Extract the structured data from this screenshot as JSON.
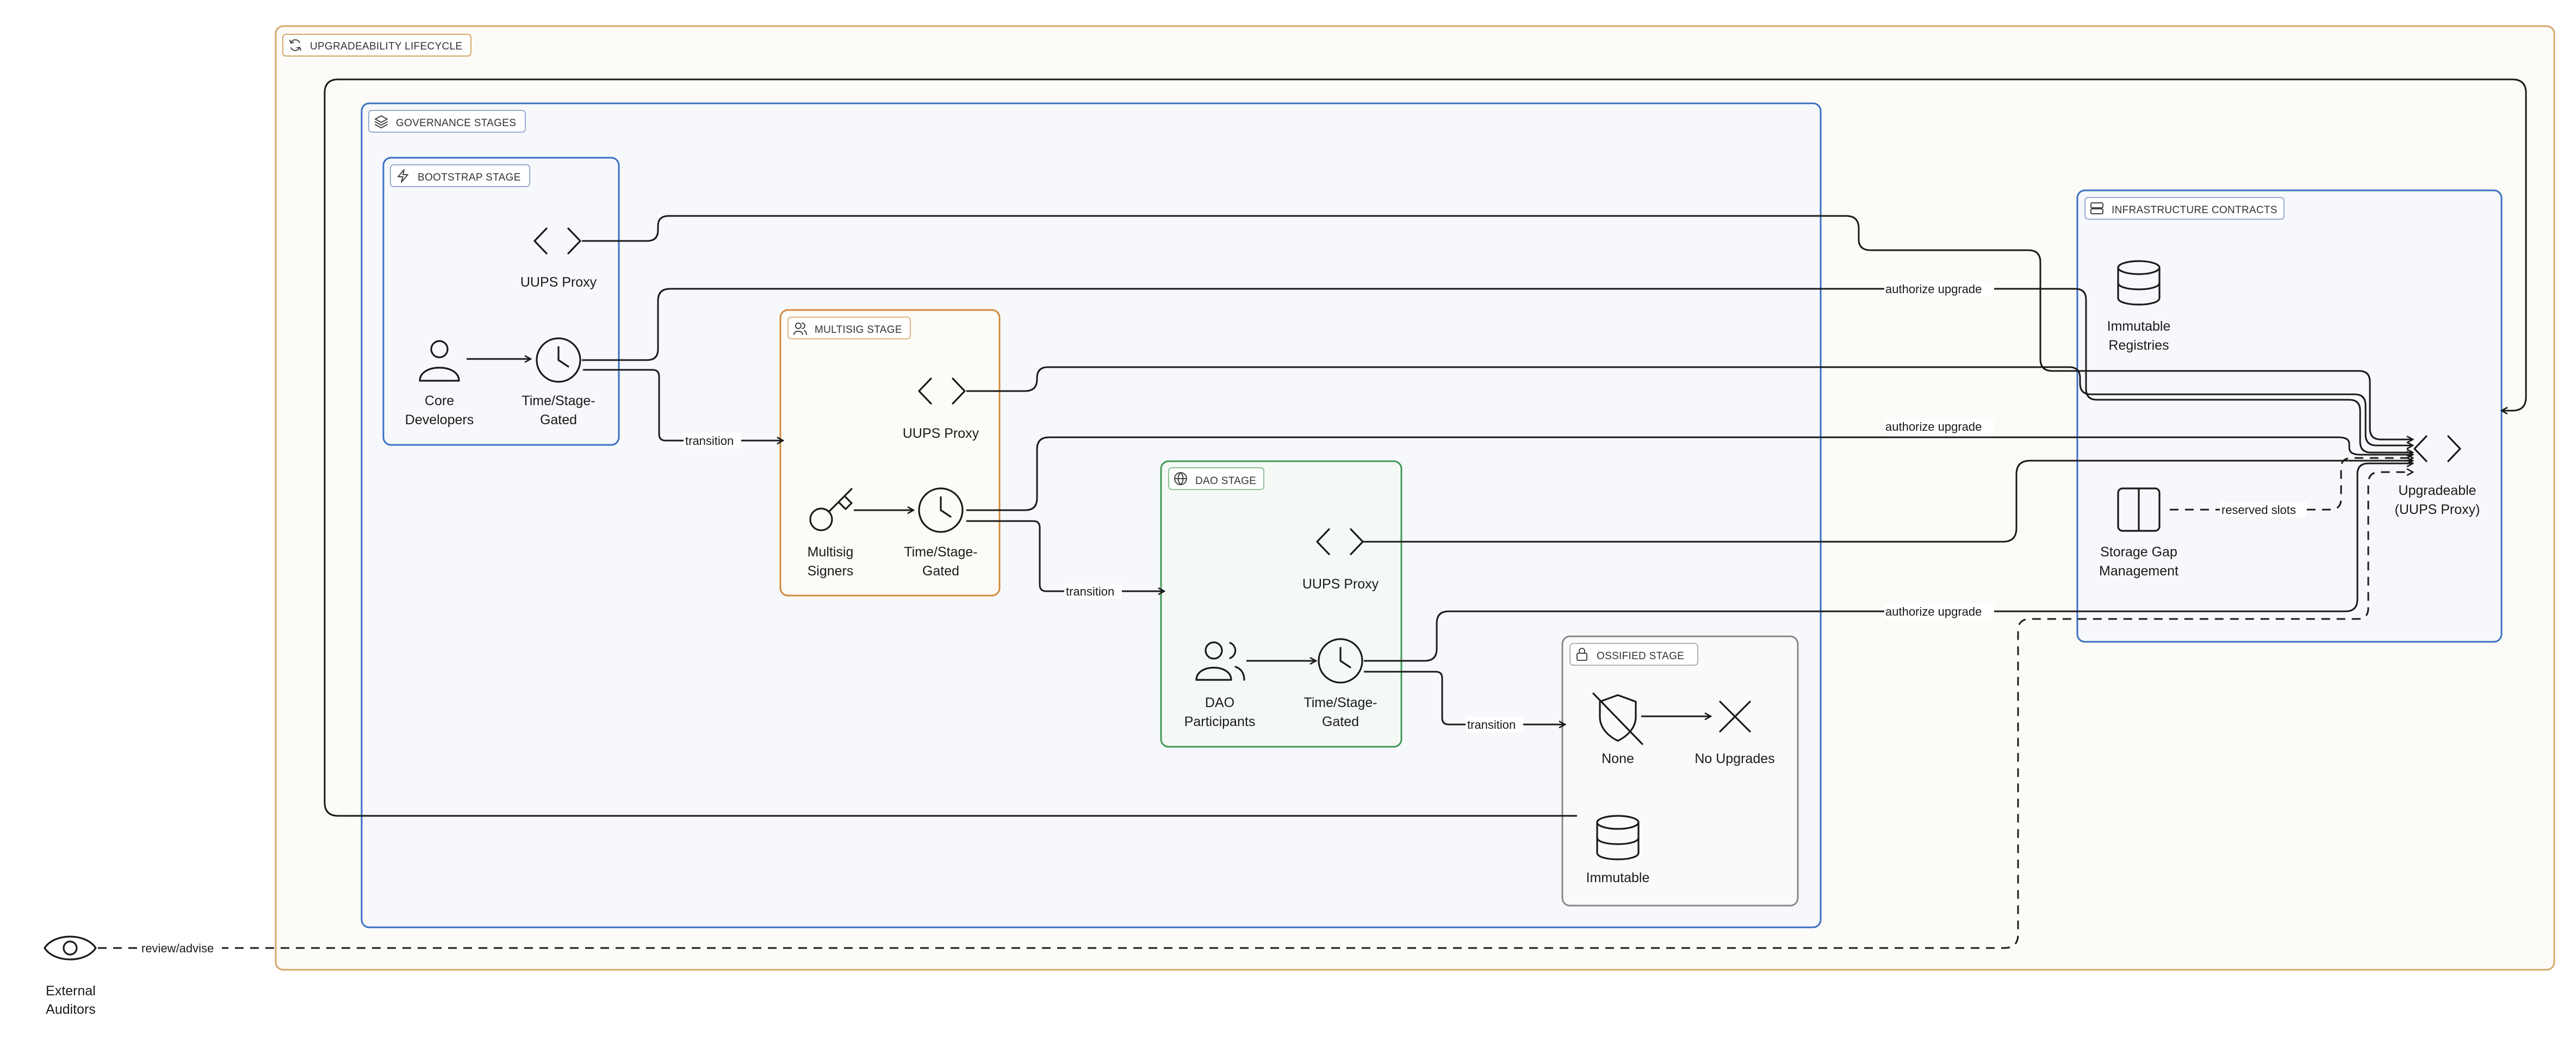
{
  "groups": {
    "lifecycle": {
      "title": "UPGRADEABILITY LIFECYCLE",
      "icon": "refresh-icon",
      "color": "#d4a86a"
    },
    "governance": {
      "title": "GOVERNANCE STAGES",
      "icon": "layers-icon",
      "color": "#3a6fc4"
    },
    "bootstrap": {
      "title": "BOOTSTRAP STAGE",
      "icon": "lightning-icon",
      "color": "#3a6fc4"
    },
    "multisig": {
      "title": "MULTISIG STAGE",
      "icon": "users-icon",
      "color": "#d08a3c"
    },
    "dao": {
      "title": "DAO STAGE",
      "icon": "globe-icon",
      "color": "#3f9a55"
    },
    "ossified": {
      "title": "OSSIFIED STAGE",
      "icon": "lock-icon",
      "color": "#888888"
    },
    "infrastructure": {
      "title": "INFRASTRUCTURE CONTRACTS",
      "icon": "server-icon",
      "color": "#3a6fc4"
    }
  },
  "nodes": {
    "bootstrap_proxy": {
      "lines": [
        "UUPS Proxy"
      ],
      "icon": "code-brackets-icon"
    },
    "core_developers": {
      "lines": [
        "Core",
        "Developers"
      ],
      "icon": "user-icon"
    },
    "bootstrap_timelock": {
      "lines": [
        "Time/Stage-",
        "Gated"
      ],
      "icon": "clock-icon"
    },
    "multisig_proxy": {
      "lines": [
        "UUPS Proxy"
      ],
      "icon": "code-brackets-icon"
    },
    "multisig_signers": {
      "lines": [
        "Multisig",
        "Signers"
      ],
      "icon": "key-icon"
    },
    "multisig_timelock": {
      "lines": [
        "Time/Stage-",
        "Gated"
      ],
      "icon": "clock-icon"
    },
    "dao_proxy": {
      "lines": [
        "UUPS Proxy"
      ],
      "icon": "code-brackets-icon"
    },
    "dao_participants": {
      "lines": [
        "DAO",
        "Participants"
      ],
      "icon": "users-icon"
    },
    "dao_timelock": {
      "lines": [
        "Time/Stage-",
        "Gated"
      ],
      "icon": "clock-icon"
    },
    "ossified_none": {
      "lines": [
        "None"
      ],
      "icon": "shield-off-icon"
    },
    "no_upgrades": {
      "lines": [
        "No Upgrades"
      ],
      "icon": "x-icon"
    },
    "immutable": {
      "lines": [
        "Immutable"
      ],
      "icon": "database-icon"
    },
    "immutable_registries": {
      "lines": [
        "Immutable",
        "Registries"
      ],
      "icon": "database-icon"
    },
    "storage_gap": {
      "lines": [
        "Storage Gap",
        "Management"
      ],
      "icon": "columns-icon"
    },
    "upgradeable": {
      "lines": [
        "Upgradeable",
        "(UUPS Proxy)"
      ],
      "icon": "code-brackets-icon"
    },
    "external_auditors": {
      "lines": [
        "External",
        "Auditors"
      ],
      "icon": "eye-icon"
    }
  },
  "edge_labels": {
    "transition": "transition",
    "authorize_upgrade": "authorize upgrade",
    "reserved_slots": "reserved slots",
    "review_advise": "review/advise"
  }
}
